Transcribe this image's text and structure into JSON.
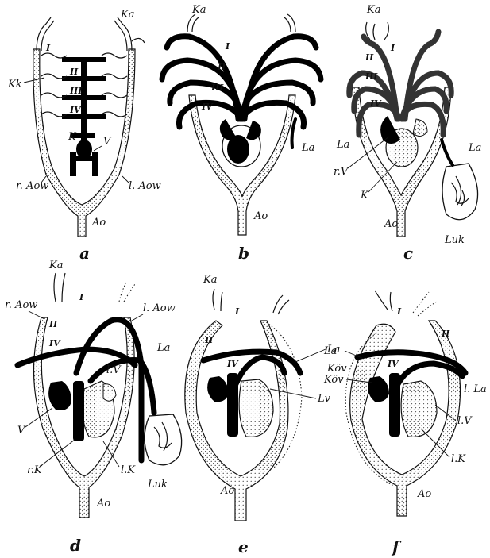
{
  "panels": {
    "a": {
      "letter": "a",
      "labels": {
        "Ka": "Ka",
        "Kk": "Kk",
        "I": "I",
        "II": "II",
        "III": "III",
        "IV": "IV",
        "K": "K",
        "V": "V",
        "rAow": "r. Aow",
        "lAow": "l. Aow",
        "Ao": "Ao"
      }
    },
    "b": {
      "letter": "b",
      "labels": {
        "Ka": "Ka",
        "I": "I",
        "II": "II",
        "III": "III",
        "IV": "IV",
        "La": "La",
        "Ao": "Ao"
      }
    },
    "c": {
      "letter": "c",
      "labels": {
        "Ka": "Ka",
        "I": "I",
        "II": "II",
        "III": "III",
        "IV": "IV",
        "La_left": "La",
        "La_right": "La",
        "rV": "r.V",
        "K": "K",
        "Ao": "Ao",
        "Luk": "Luk"
      }
    },
    "d": {
      "letter": "d",
      "labels": {
        "Ka": "Ka",
        "I": "I",
        "rAow": "r. Aow",
        "lAow": "l. Aow",
        "II": "II",
        "IV": "IV",
        "La": "La",
        "lV": "l.V",
        "V": "V",
        "rK": "r.K",
        "lK": "l.K",
        "Luk": "Luk",
        "Ao": "Ao"
      }
    },
    "e": {
      "letter": "e",
      "labels": {
        "Ka": "Ka",
        "I": "I",
        "II": "II",
        "IV": "IV",
        "La": "La",
        "Kov": "Köv",
        "Lv": "Lv",
        "Ao": "Ao"
      }
    },
    "f": {
      "letter": "f",
      "labels": {
        "I": "I",
        "II": "II",
        "IV": "IV",
        "La": "La",
        "Kov": "Köv",
        "lLa": "l. La",
        "lV": "l.V",
        "lK": "l.K",
        "Ao": "Ao"
      }
    }
  }
}
